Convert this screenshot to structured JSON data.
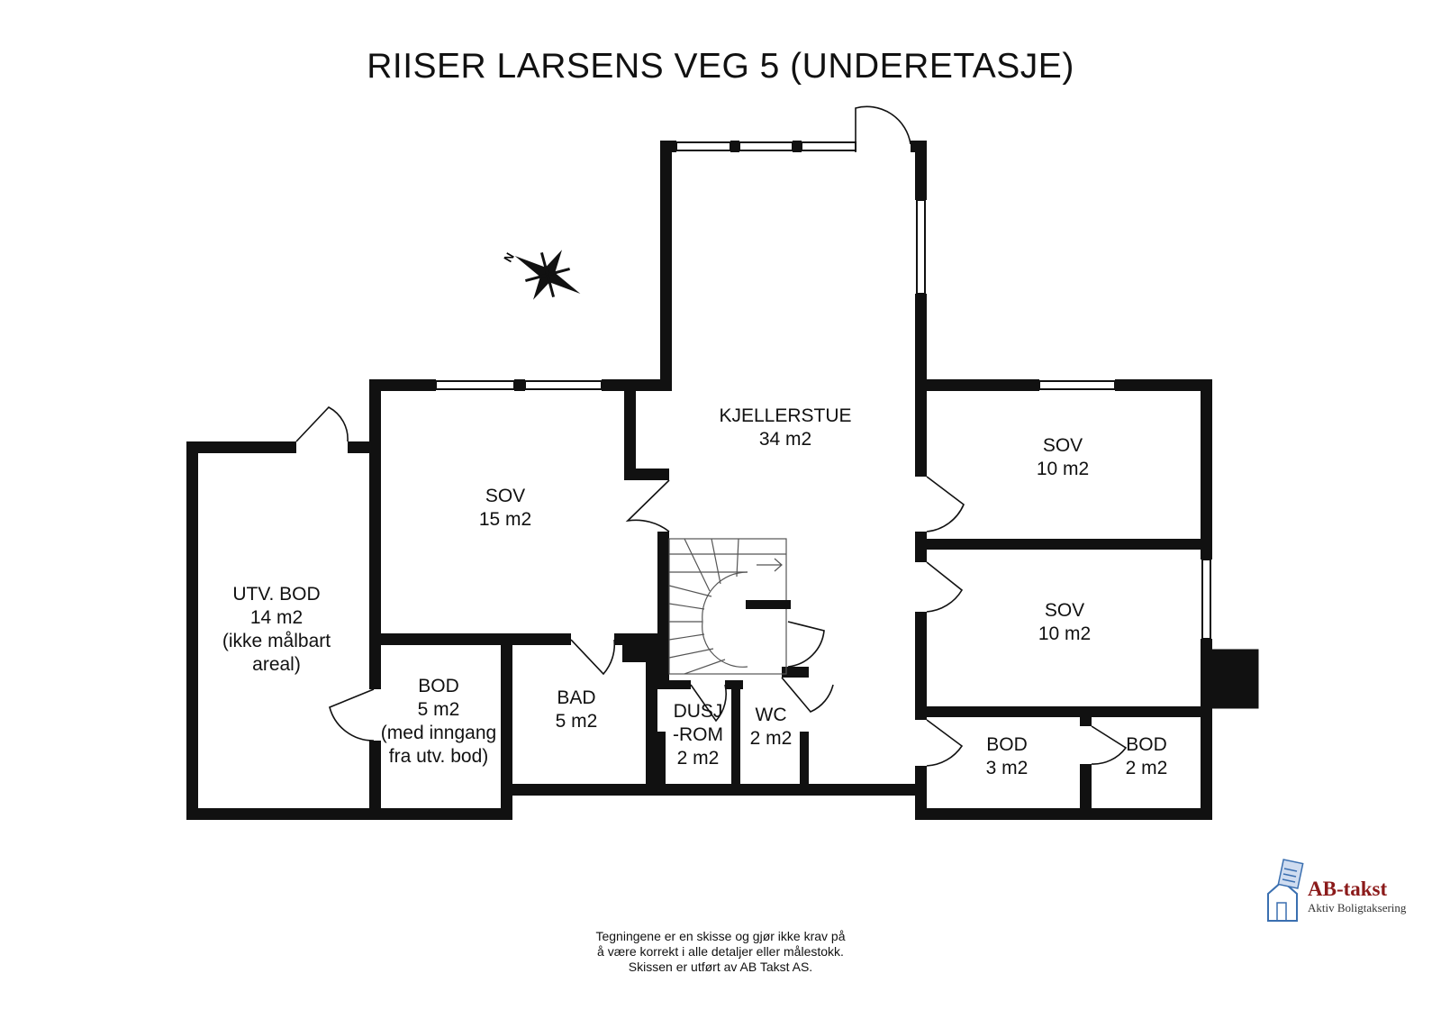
{
  "title": "RIISER LARSENS VEG 5  (UNDERETASJE)",
  "rooms": {
    "kjellerstue": {
      "name": "KJELLERSTUE",
      "area": "34 m2"
    },
    "sov1": {
      "name": "SOV",
      "area": "15 m2"
    },
    "sov2": {
      "name": "SOV",
      "area": "10 m2"
    },
    "sov3": {
      "name": "SOV",
      "area": "10 m2"
    },
    "utv_bod": {
      "lines": [
        "UTV. BOD",
        "14 m2",
        "(ikke målbart",
        "areal)"
      ]
    },
    "bod5": {
      "lines": [
        "BOD",
        "5 m2",
        "(med inngang",
        "fra utv. bod)"
      ]
    },
    "bad": {
      "name": "BAD",
      "area": "5 m2"
    },
    "dusj": {
      "lines": [
        "DUSJ",
        "-ROM",
        "2 m2"
      ]
    },
    "wc": {
      "name": "WC",
      "area": "2 m2"
    },
    "bod3": {
      "name": "BOD",
      "area": "3 m2"
    },
    "bod2": {
      "name": "BOD",
      "area": "2 m2"
    }
  },
  "disclaimer": {
    "line1": "Tegningene er en skisse og gjør ikke krav på",
    "line2": "å være korrekt i alle detaljer eller målestokk.",
    "line3": "Skissen er utført av AB Takst AS."
  },
  "logo": {
    "name": "AB-takst",
    "subtitle": "Aktiv Boligtaksering"
  },
  "compass_label": "N",
  "colors": {
    "wall": "#111111",
    "logo_red": "#8b1a1a",
    "logo_blue": "#3a6fb0"
  }
}
